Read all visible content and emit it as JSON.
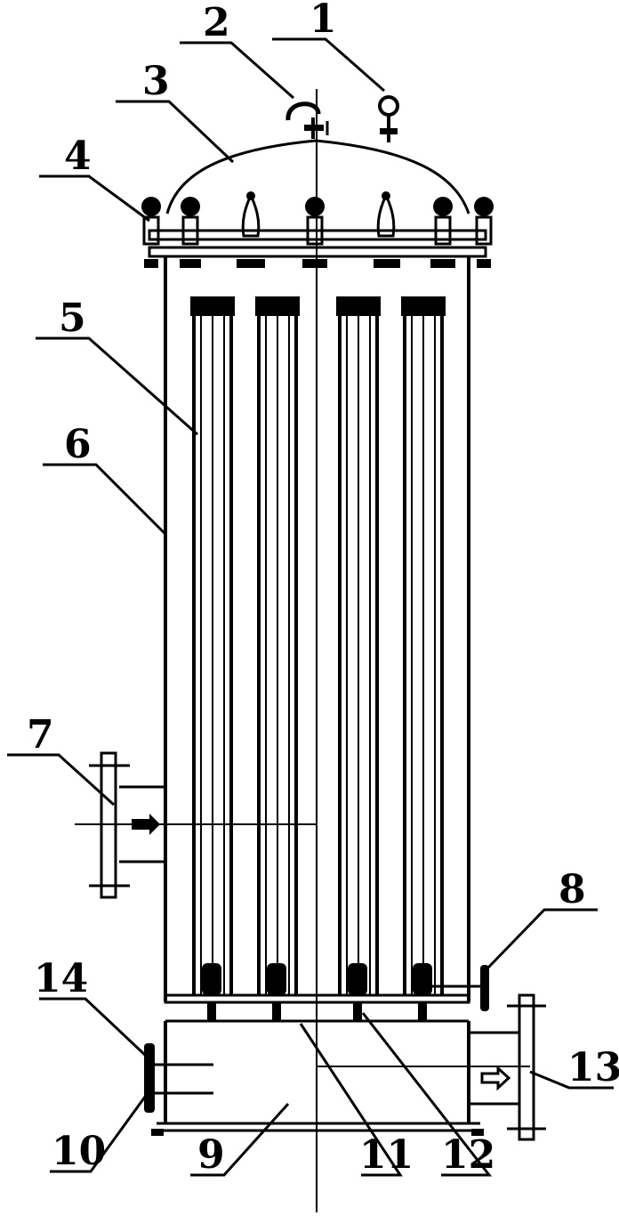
{
  "figure": {
    "callouts": [
      {
        "id": "c1",
        "text": "1"
      },
      {
        "id": "c2",
        "text": "2"
      },
      {
        "id": "c3",
        "text": "3"
      },
      {
        "id": "c4",
        "text": "4"
      },
      {
        "id": "c5",
        "text": "5"
      },
      {
        "id": "c6",
        "text": "6"
      },
      {
        "id": "c7",
        "text": "7"
      },
      {
        "id": "c8",
        "text": "8"
      },
      {
        "id": "c9",
        "text": "9"
      },
      {
        "id": "c10",
        "text": "10"
      },
      {
        "id": "c11",
        "text": "11"
      },
      {
        "id": "c12",
        "text": "12"
      },
      {
        "id": "c13",
        "text": "13"
      },
      {
        "id": "c14",
        "text": "14"
      }
    ]
  }
}
